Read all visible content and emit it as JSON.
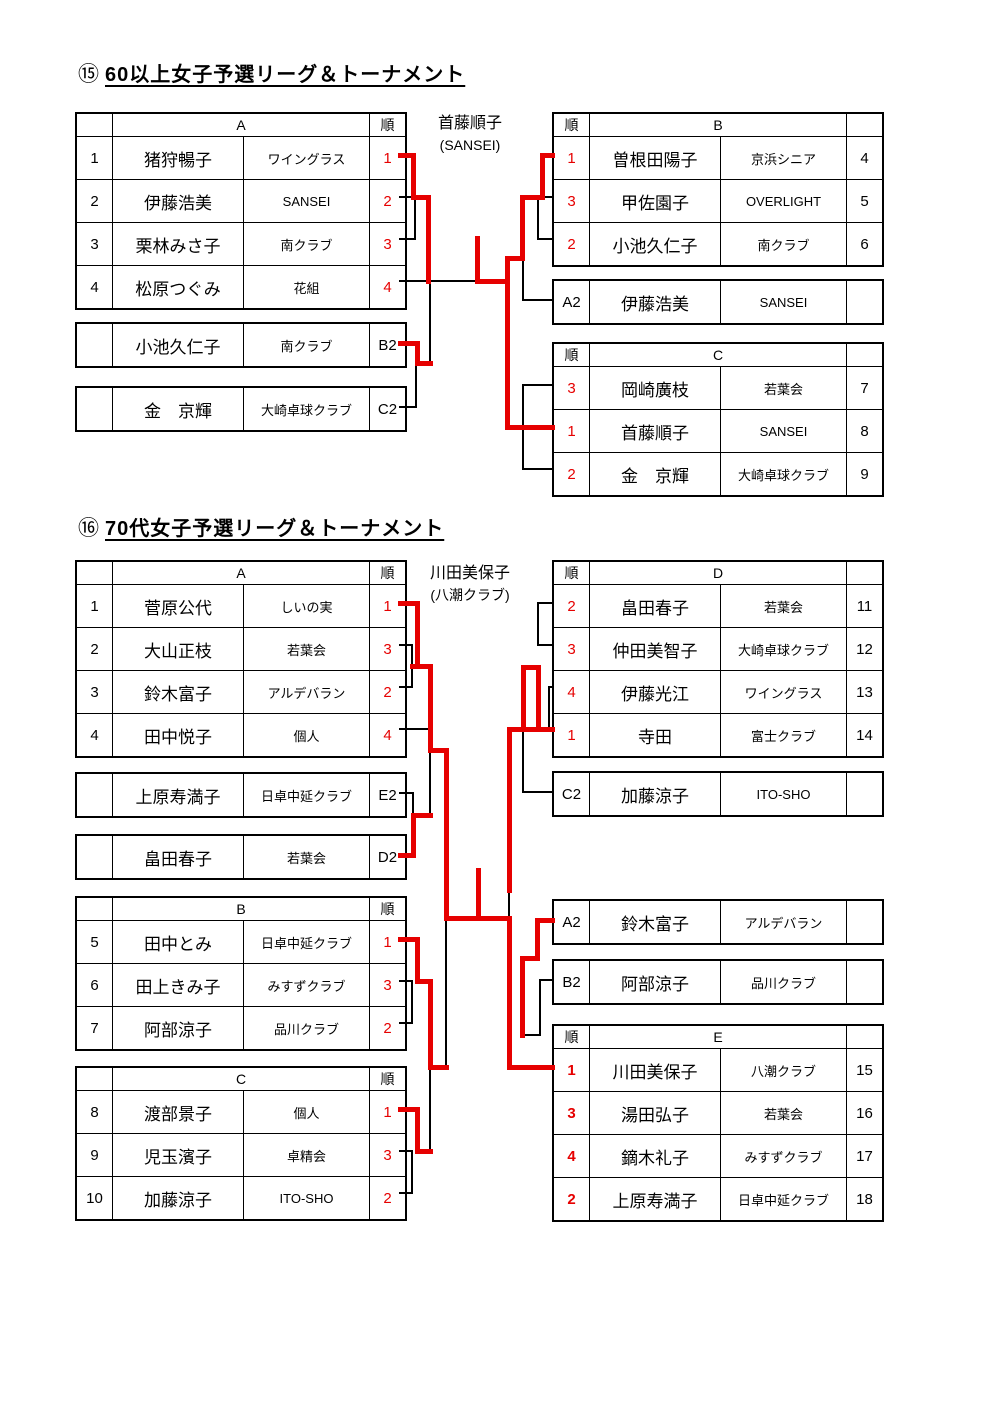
{
  "colors": {
    "accent_red": "#e60000",
    "line_black": "#000000"
  },
  "section15": {
    "number": "⑮",
    "title": "60以上女子予選リーグ＆トーナメント",
    "champion": {
      "name": "首藤順子",
      "club": "(SANSEI)"
    },
    "rank_header": "順",
    "tableA": {
      "header": "A",
      "rows": [
        {
          "no": "1",
          "name": "猪狩暢子",
          "club": "ワイングラス",
          "rank": "1"
        },
        {
          "no": "2",
          "name": "伊藤浩美",
          "club": "SANSEI",
          "rank": "2"
        },
        {
          "no": "3",
          "name": "栗林みさ子",
          "club": "南クラブ",
          "rank": "3"
        },
        {
          "no": "4",
          "name": "松原つぐみ",
          "club": "花組",
          "rank": "4"
        }
      ]
    },
    "qualifierB2": {
      "no": "",
      "name": "小池久仁子",
      "club": "南クラブ",
      "rank": "B2"
    },
    "qualifierC2": {
      "no": "",
      "name": "金　京輝",
      "club": "大崎卓球クラブ",
      "rank": "C2"
    },
    "tableB": {
      "header": "B",
      "rows": [
        {
          "rank": "1",
          "name": "曽根田陽子",
          "club": "京浜シニア",
          "no": "4"
        },
        {
          "rank": "3",
          "name": "甲佐園子",
          "club": "OVERLIGHT",
          "no": "5"
        },
        {
          "rank": "2",
          "name": "小池久仁子",
          "club": "南クラブ",
          "no": "6"
        }
      ]
    },
    "qualifierA2": {
      "rank": "A2",
      "name": "伊藤浩美",
      "club": "SANSEI",
      "no": ""
    },
    "tableC": {
      "header": "C",
      "rows": [
        {
          "rank": "3",
          "name": "岡崎廣枝",
          "club": "若葉会",
          "no": "7"
        },
        {
          "rank": "1",
          "name": "首藤順子",
          "club": "SANSEI",
          "no": "8"
        },
        {
          "rank": "2",
          "name": "金　京輝",
          "club": "大崎卓球クラブ",
          "no": "9"
        }
      ]
    }
  },
  "section16": {
    "number": "⑯",
    "title": "70代女子予選リーグ＆トーナメント",
    "champion": {
      "name": "川田美保子",
      "club": "(八潮クラブ)"
    },
    "rank_header": "順",
    "tableA": {
      "header": "A",
      "rows": [
        {
          "no": "1",
          "name": "菅原公代",
          "club": "しいの実",
          "rank": "1"
        },
        {
          "no": "2",
          "name": "大山正枝",
          "club": "若葉会",
          "rank": "3"
        },
        {
          "no": "3",
          "name": "鈴木富子",
          "club": "アルデバラン",
          "rank": "2"
        },
        {
          "no": "4",
          "name": "田中悦子",
          "club": "個人",
          "rank": "4"
        }
      ]
    },
    "qualifierE2": {
      "no": "",
      "name": "上原寿満子",
      "club": "日卓中延クラブ",
      "rank": "E2"
    },
    "qualifierD2": {
      "no": "",
      "name": "畠田春子",
      "club": "若葉会",
      "rank": "D2"
    },
    "tableB": {
      "header": "B",
      "rows": [
        {
          "no": "5",
          "name": "田中とみ",
          "club": "日卓中延クラブ",
          "rank": "1"
        },
        {
          "no": "6",
          "name": "田上きみ子",
          "club": "みすずクラブ",
          "rank": "3"
        },
        {
          "no": "7",
          "name": "阿部涼子",
          "club": "品川クラブ",
          "rank": "2"
        }
      ]
    },
    "tableC": {
      "header": "C",
      "rows": [
        {
          "no": "8",
          "name": "渡部景子",
          "club": "個人",
          "rank": "1"
        },
        {
          "no": "9",
          "name": "児玉濱子",
          "club": "卓精会",
          "rank": "3"
        },
        {
          "no": "10",
          "name": "加藤涼子",
          "club": "ITO-SHO",
          "rank": "2"
        }
      ]
    },
    "tableD": {
      "header": "D",
      "rows": [
        {
          "rank": "2",
          "name": "畠田春子",
          "club": "若葉会",
          "no": "11"
        },
        {
          "rank": "3",
          "name": "仲田美智子",
          "club": "大崎卓球クラブ",
          "no": "12"
        },
        {
          "rank": "4",
          "name": "伊藤光江",
          "club": "ワイングラス",
          "no": "13"
        },
        {
          "rank": "1",
          "name": "寺田",
          "club": "富士クラブ",
          "no": "14"
        }
      ]
    },
    "qualifierC2": {
      "rank": "C2",
      "name": "加藤涼子",
      "club": "ITO-SHO",
      "no": ""
    },
    "qualifierA2": {
      "rank": "A2",
      "name": "鈴木富子",
      "club": "アルデバラン",
      "no": ""
    },
    "qualifierB2": {
      "rank": "B2",
      "name": "阿部涼子",
      "club": "品川クラブ",
      "no": ""
    },
    "tableE": {
      "header": "E",
      "rows": [
        {
          "rank": "1",
          "name": "川田美保子",
          "club": "八潮クラブ",
          "no": "15"
        },
        {
          "rank": "3",
          "name": "湯田弘子",
          "club": "若葉会",
          "no": "16"
        },
        {
          "rank": "4",
          "name": "鏑木礼子",
          "club": "みすずクラブ",
          "no": "17"
        },
        {
          "rank": "2",
          "name": "上原寿満子",
          "club": "日卓中延クラブ",
          "no": "18"
        }
      ]
    }
  }
}
